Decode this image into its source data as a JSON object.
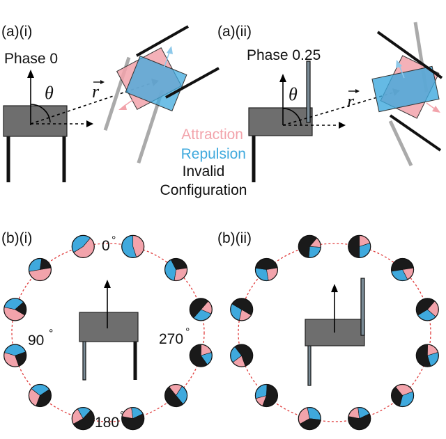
{
  "colors": {
    "attraction": "#f2a3ab",
    "repulsion": "#3fa9dd",
    "invalid": "#1a1a1a",
    "ring": "#e03b3b",
    "body": "#6e6e6e"
  },
  "panel_a1": {
    "label": "(a)(i)",
    "phase": "Phase 0"
  },
  "panel_a2": {
    "label": "(a)(ii)",
    "phase": "Phase 0.25"
  },
  "panel_b1": {
    "label": "(b)(i)"
  },
  "panel_b2": {
    "label": "(b)(ii)"
  },
  "symbols": {
    "theta": "θ",
    "r_vector": "r"
  },
  "legend": {
    "attraction": "Attraction",
    "repulsion": "Repulsion",
    "invalid_line1": "Invalid",
    "invalid_line2": "Configuration"
  },
  "angles": {
    "deg0": "0",
    "deg90": "90",
    "deg180": "180",
    "deg270": "270",
    "degree_sign": "°"
  },
  "pies_b1": [
    {
      "a": 0.45,
      "r": 0.55,
      "i": 0.0
    },
    {
      "a": 0.55,
      "r": 0.45,
      "i": 0.0
    },
    {
      "a": 0.5,
      "r": 0.3,
      "i": 0.2
    },
    {
      "a": 0.45,
      "r": 0.35,
      "i": 0.2
    },
    {
      "a": 0.35,
      "r": 0.4,
      "i": 0.25
    },
    {
      "a": 0.3,
      "r": 0.3,
      "i": 0.4
    },
    {
      "a": 0.25,
      "r": 0.2,
      "i": 0.55
    },
    {
      "a": 0.2,
      "r": 0.2,
      "i": 0.6
    },
    {
      "a": 0.2,
      "r": 0.3,
      "i": 0.5
    },
    {
      "a": 0.2,
      "r": 0.2,
      "i": 0.6
    },
    {
      "a": 0.2,
      "r": 0.3,
      "i": 0.5
    },
    {
      "a": 0.3,
      "r": 0.4,
      "i": 0.3
    }
  ],
  "pies_b2": [
    {
      "a": 0.2,
      "r": 0.3,
      "i": 0.5
    },
    {
      "a": 0.15,
      "r": 0.25,
      "i": 0.6
    },
    {
      "a": 0.25,
      "r": 0.3,
      "i": 0.45
    },
    {
      "a": 0.2,
      "r": 0.3,
      "i": 0.5
    },
    {
      "a": 0.2,
      "r": 0.25,
      "i": 0.55
    },
    {
      "a": 0.15,
      "r": 0.3,
      "i": 0.55
    },
    {
      "a": 0.3,
      "r": 0.3,
      "i": 0.4
    },
    {
      "a": 0.2,
      "r": 0.2,
      "i": 0.6
    },
    {
      "a": 0.3,
      "r": 0.35,
      "i": 0.35
    },
    {
      "a": 0.2,
      "r": 0.25,
      "i": 0.55
    },
    {
      "a": 0.25,
      "r": 0.3,
      "i": 0.45
    },
    {
      "a": 0.2,
      "r": 0.3,
      "i": 0.5
    }
  ]
}
